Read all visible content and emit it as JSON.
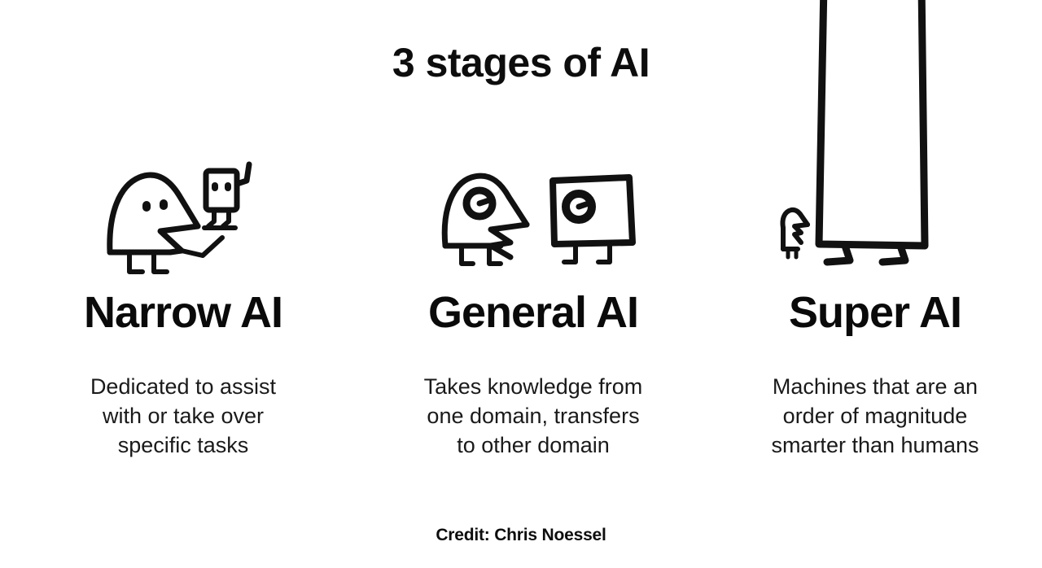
{
  "slide": {
    "title": "3 stages of AI",
    "credit": "Credit: Chris Noessel",
    "background_color": "#ffffff",
    "ink_color": "#111111"
  },
  "stages": [
    {
      "heading": "Narrow AI",
      "illustration": "human-holding-small-robot-doodle",
      "description_lines": [
        "Dedicated to assist",
        "with or take over",
        "specific tasks"
      ]
    },
    {
      "heading": "General AI",
      "illustration": "human-facing-square-robot-doodle",
      "description_lines": [
        "Takes knowledge from",
        "one domain, transfers",
        "to other domain"
      ]
    },
    {
      "heading": "Super AI",
      "illustration": "tiny-human-beside-giant-robot-doodle",
      "description_lines": [
        "Machines that are an",
        "order of magnitude",
        "smarter than humans"
      ]
    }
  ]
}
